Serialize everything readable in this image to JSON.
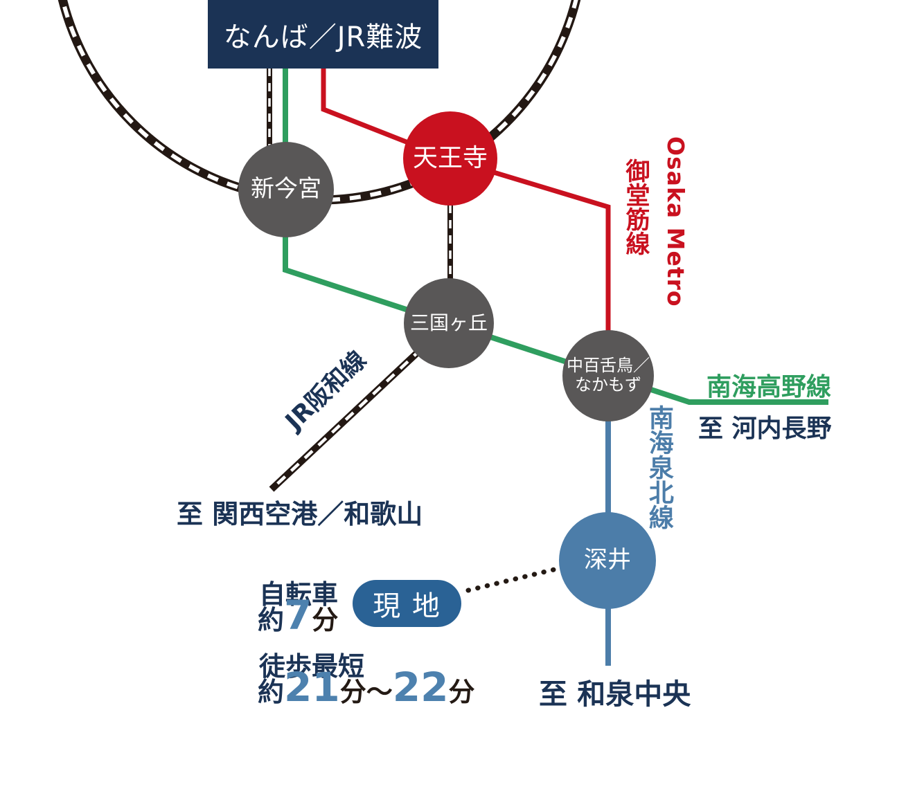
{
  "colors": {
    "navy": "#1b3355",
    "red": "#c9111f",
    "gray": "#595757",
    "green": "#2f9e5f",
    "blue": "#4c7da9",
    "pill_blue": "#2a6295",
    "number_blue": "#4d81ae",
    "rail_black": "#231813",
    "dark_text": "#241a14"
  },
  "stations": {
    "namba": {
      "name": "なんば／JR難波"
    },
    "shinimamiya": {
      "name": "新今宮"
    },
    "tennoji": {
      "name": "天王寺"
    },
    "mikunigaoka": {
      "name": "三国ヶ丘"
    },
    "nakamozu": {
      "line1": "中百舌鳥／",
      "line2": "なかもず"
    },
    "fukai": {
      "name": "深井"
    },
    "site": {
      "name": "現 地"
    }
  },
  "lines": {
    "midosuji": {
      "label_en": "Osaka Metro",
      "label_ja": "御堂筋線",
      "color": "#c9111f"
    },
    "koya": {
      "label": "南海高野線",
      "color": "#2f9e5f"
    },
    "semboku": {
      "label": "南海泉北線",
      "color": "#4c7da9"
    },
    "hanwa": {
      "label": "JR阪和線",
      "color": "#231813"
    }
  },
  "destinations": {
    "kawachinagano": "至 河内長野",
    "kansai_airport": "至 関西空港／和歌山",
    "izumichuo": "至 和泉中央"
  },
  "access": {
    "bicycle": {
      "label": "自転車",
      "parts": [
        {
          "text": "約"
        },
        {
          "text": "7"
        },
        {
          "text": "分"
        }
      ]
    },
    "walk": {
      "label": "徒歩最短",
      "parts": [
        {
          "text": "約"
        },
        {
          "text": "21"
        },
        {
          "text": "分"
        },
        {
          "text": "〜"
        },
        {
          "text": "22"
        },
        {
          "text": "分"
        }
      ]
    }
  }
}
